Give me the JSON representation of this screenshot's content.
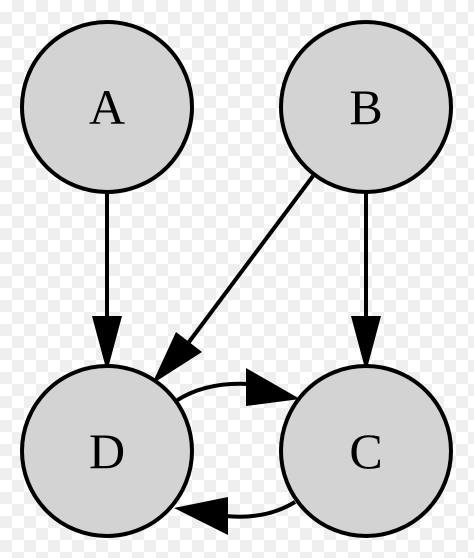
{
  "diagram": {
    "colors": {
      "node_fill": "#d3d3d3",
      "stroke": "#000000",
      "text": "#000000"
    },
    "nodes": [
      {
        "id": "A",
        "label": "A"
      },
      {
        "id": "B",
        "label": "B"
      },
      {
        "id": "C",
        "label": "C"
      },
      {
        "id": "D",
        "label": "D"
      }
    ],
    "edges": [
      {
        "from": "A",
        "to": "D"
      },
      {
        "from": "B",
        "to": "D"
      },
      {
        "from": "B",
        "to": "C"
      },
      {
        "from": "D",
        "to": "C"
      },
      {
        "from": "C",
        "to": "D"
      }
    ]
  }
}
